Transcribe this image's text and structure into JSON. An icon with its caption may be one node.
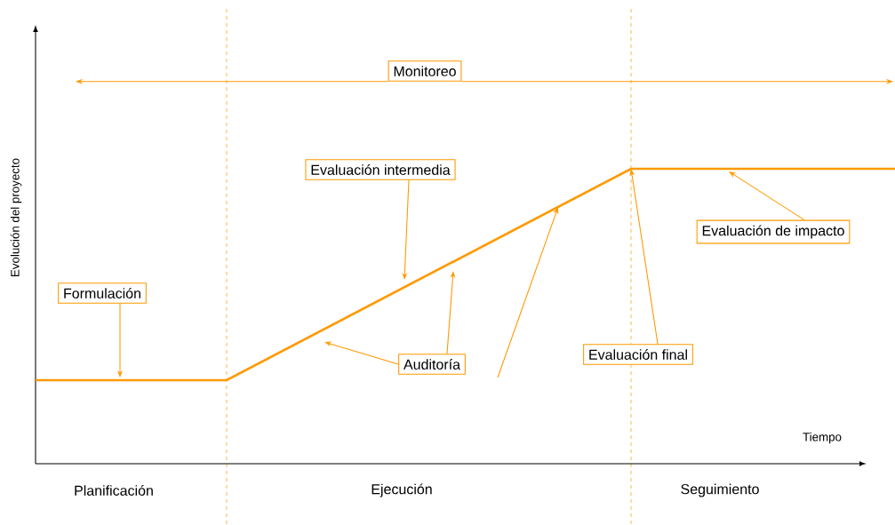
{
  "diagram": {
    "nodes": [
      {
        "text": [
          "Monitoreo"
        ]
      },
      {
        "text": [
          "Evaluación intermedia"
        ]
      },
      {
        "text": [
          "Formulación"
        ]
      },
      {
        "text": [
          "Auditoría"
        ]
      },
      {
        "text": [
          "Evaluación final"
        ]
      },
      {
        "text": [
          "Evaluación de impacto"
        ]
      }
    ],
    "edges": [
      {
        "from": 0,
        "to": null,
        "arrow": "to"
      },
      {
        "from": 0,
        "to": null,
        "arrow": "to"
      },
      {
        "from": 1,
        "to": null,
        "arrow": "to"
      },
      {
        "from": 2,
        "to": null,
        "arrow": "to"
      },
      {
        "from": 3,
        "to": null,
        "arrow": "to"
      },
      {
        "from": 3,
        "to": null,
        "arrow": "to"
      },
      {
        "from": 4,
        "to": null,
        "arrow": "to"
      },
      {
        "from": 5,
        "to": null,
        "arrow": "to"
      }
    ],
    "labels": [
      "Evolución del proyecto",
      "Tiempo",
      "Planificación",
      "Ejecución",
      "Seguimiento"
    ]
  }
}
